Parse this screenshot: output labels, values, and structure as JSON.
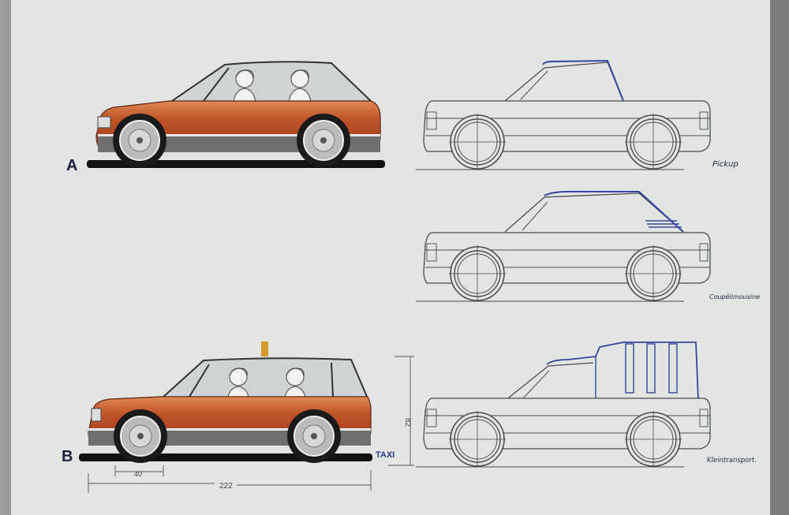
{
  "sheet": {
    "variant_a_label": "A",
    "variant_b_label": "B",
    "taxi_label": "TAXI",
    "dimensions": {
      "length": "222",
      "height": "82",
      "wheel": "40"
    },
    "variants": [
      {
        "label": "Pickup"
      },
      {
        "label": "Coupélimousine"
      },
      {
        "label": "Kleintransport."
      }
    ]
  },
  "colors": {
    "paper": "#e3e5e2",
    "body_red": "#b84a28",
    "sill_grey": "#6d6f70",
    "outline_blue": "#3446a0",
    "ink": "#4a4c4e"
  }
}
